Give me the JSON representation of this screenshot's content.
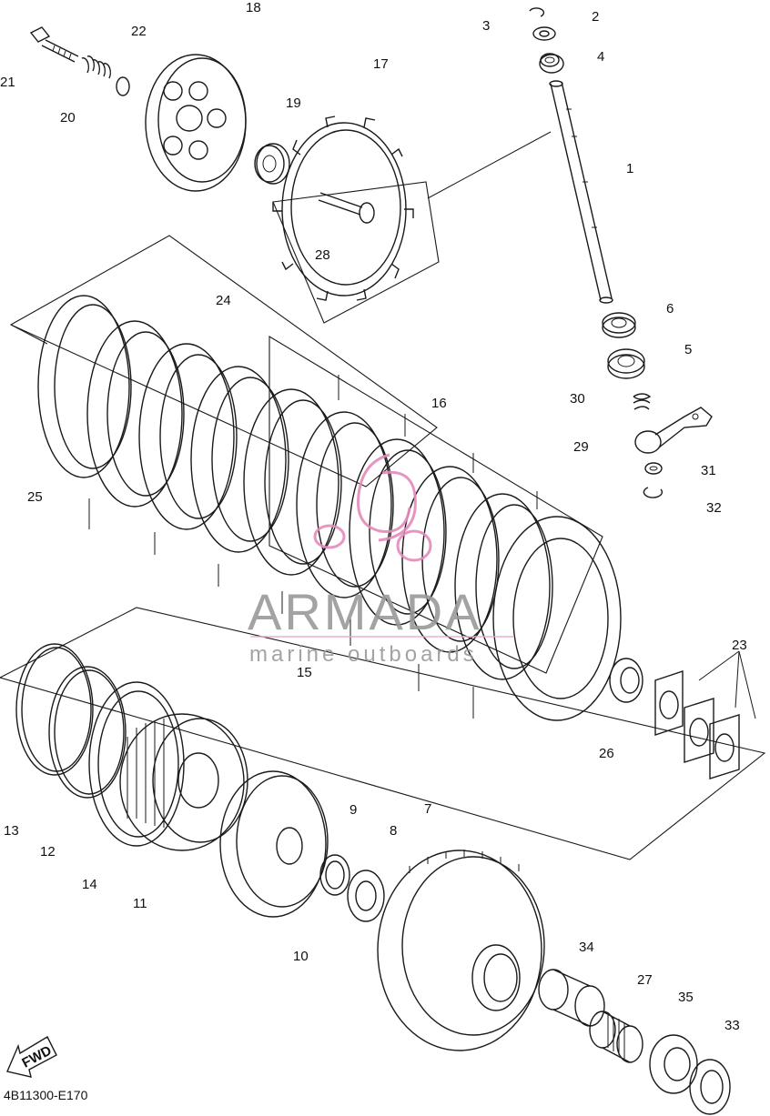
{
  "diagram_code": "4B11300-E170",
  "fwd_label": "FWD",
  "watermark": {
    "brand": "ARMADA",
    "tagline": "marine outboards"
  },
  "callouts": [
    "1",
    "2",
    "3",
    "4",
    "5",
    "6",
    "7",
    "8",
    "9",
    "10",
    "11",
    "12",
    "13",
    "14",
    "15",
    "16",
    "17",
    "18",
    "19",
    "20",
    "21",
    "22",
    "23",
    "24",
    "25",
    "26",
    "27",
    "28",
    "29",
    "30",
    "31",
    "32",
    "33",
    "34",
    "35"
  ]
}
